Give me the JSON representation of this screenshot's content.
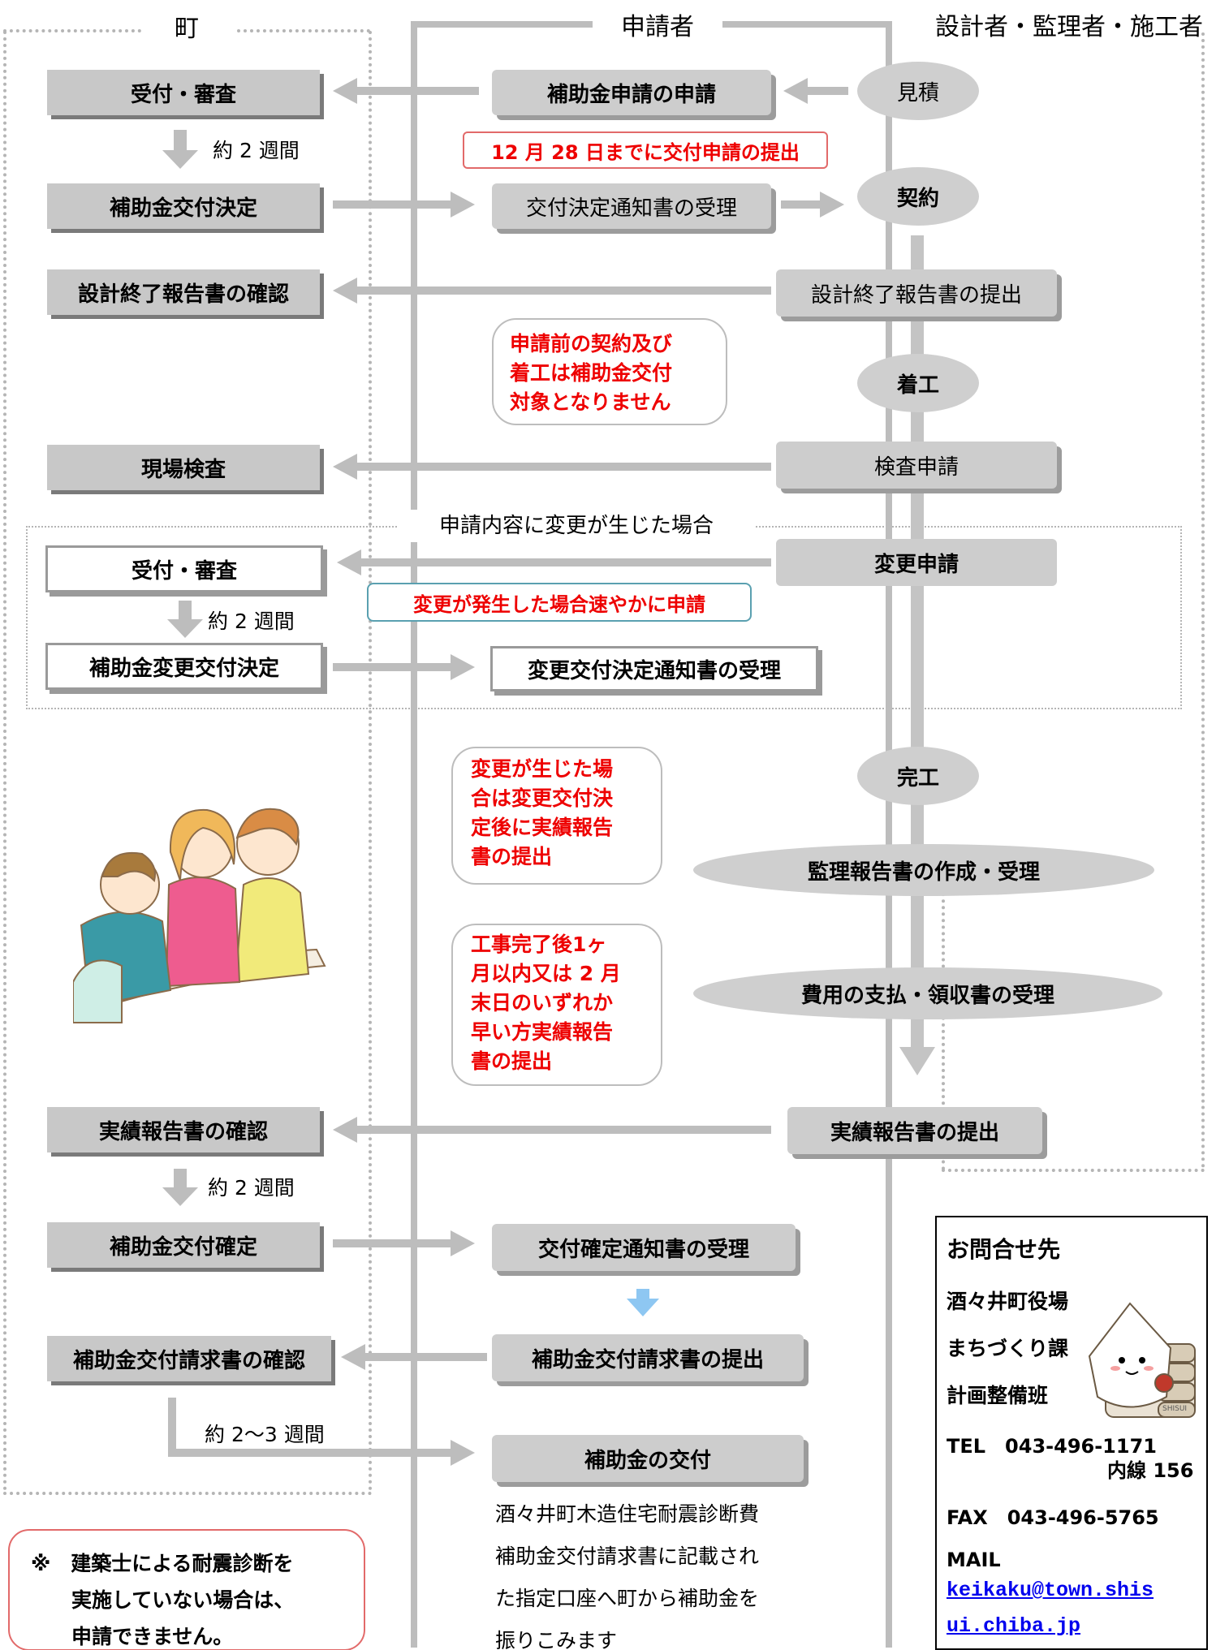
{
  "headers": {
    "town": "町",
    "applicant": "申請者",
    "designer": "設計者・監理者・施工者"
  },
  "town": {
    "receipt_review": "受付・審査",
    "period_1": "約 2 週間",
    "grant_decision": "補助金交付決定",
    "design_report_check": "設計終了報告書の確認",
    "site_inspection": "現場検査",
    "receipt_review_2": "受付・審査",
    "period_2": "約 2 週間",
    "change_decision": "補助金変更交付決定",
    "result_report_check": "実績報告書の確認",
    "period_3": "約 2 週間",
    "grant_confirm": "補助金交付確定",
    "claim_check": "補助金交付請求書の確認",
    "period_4": "約 2〜3 週間"
  },
  "applicant": {
    "apply": "補助金申請の申請",
    "deadline": "12 月 28 日までに交付申請の提出",
    "decision_receipt": "交付決定通知書の受理",
    "change_section_label": "申請内容に変更が生じた場合",
    "change_notice": "変更が発生した場合速やかに申請",
    "change_decision_receipt": "変更交付決定通知書の受理",
    "confirm_receipt": "交付確定通知書の受理",
    "claim_submit": "補助金交付請求書の提出",
    "grant_payment": "補助金の交付",
    "payment_note_lines": [
      "酒々井町木造住宅耐震診断費",
      "補助金交付請求書に記載され",
      "た指定口座へ町から補助金を",
      "振りこみます"
    ]
  },
  "designer": {
    "estimate": "見積",
    "contract": "契約",
    "design_report_submit": "設計終了報告書の提出",
    "construction_start": "着工",
    "inspection_request": "検査申請",
    "change_request": "変更申請",
    "completion": "完工",
    "supervision_report": "監理報告書の作成・受理",
    "payment_receipt": "費用の支払・領収書の受理",
    "result_report_submit": "実績報告書の提出"
  },
  "notes": {
    "pre_contract": "申請前の契約及び\n着工は補助金交付\n対象となりません",
    "change_result": "変更が生じた場\n合は変更交付決\n定後に実績報告\n書の提出",
    "deadline_result": "工事完了後1ヶ\n月以内又は 2 月\n末日のいずれか\n早い方実績報告\n書の提出",
    "architect": "※　建築士による耐震診断を\n　　実施していない場合は、\n　　申請できません。"
  },
  "contact": {
    "title": "お問合せ先",
    "org_1": "酒々井町役場",
    "org_2": "まちづくり課",
    "org_3": "計画整備班",
    "tel": "TEL　043-496-1171",
    "ext": "内線 156",
    "fax": "FAX　043-496-5765",
    "mail_label": "MAIL",
    "mail_1": "keikaku@town.shis",
    "mail_2": "ui.chiba.jp",
    "mascot_sign": "SHISUI"
  },
  "colors": {
    "box_gray": "#c8c8c8",
    "arrow_gray": "#bdbdbd",
    "note_red": "#ee0000",
    "blue_arrow": "#8ec7f2",
    "link_blue": "#0000ee"
  }
}
